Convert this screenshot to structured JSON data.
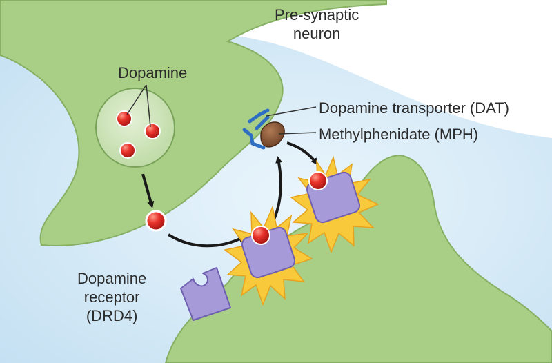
{
  "labels": {
    "presynaptic_line1": "Pre-synaptic",
    "presynaptic_line2": "neuron",
    "dopamine": "Dopamine",
    "dat": "Dopamine transporter (DAT)",
    "mph": "Methylphenidate (MPH)",
    "receptor_line1": "Dopamine",
    "receptor_line2": "receptor",
    "receptor_line3": "(DRD4)"
  },
  "colors": {
    "synaptic_cleft": "#cfe6f5",
    "neuron_fill": "#a9cf86",
    "neuron_stroke": "#7aa35a",
    "vesicle_fill": "#d2e6bd",
    "dopamine_red": "#e8332b",
    "receptor_purple": "#a79ad8",
    "activation_burst": "#f7c93b",
    "transporter_blue": "#2e6fc4",
    "mph_brown": "#8a5a3c",
    "arrow": "#1a1a1a"
  }
}
